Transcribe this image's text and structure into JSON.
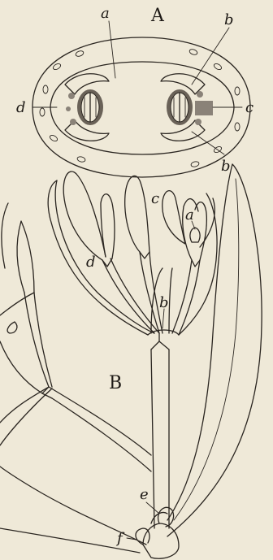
{
  "figure": {
    "panel_a_title": "A",
    "panel_b_title": "B",
    "labels_a": {
      "a": "a",
      "b_top": "b",
      "b_bottom": "b",
      "c": "c",
      "d": "d"
    },
    "labels_b": {
      "a": "a",
      "b": "b",
      "c": "c",
      "d": "d",
      "e": "e",
      "f": "f"
    }
  }
}
